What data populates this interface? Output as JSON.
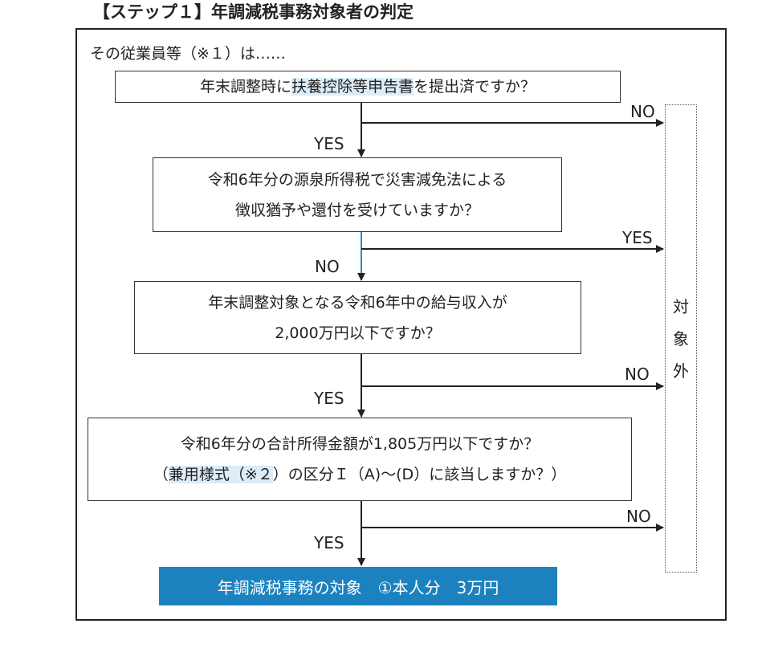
{
  "title": "【ステップ１】年調減税事務対象者の判定",
  "intro": "その従業員等（※１）は……",
  "q1": {
    "pre": "年末調整時に",
    "hl": "扶養控除等申告書",
    "post": "を提出済ですか？"
  },
  "q2": {
    "line1": "令和6年分の源泉所得税で災害減免法による",
    "line2": "徴収猶予や還付を受けていますか？"
  },
  "q3": {
    "line1": "年末調整対象となる令和6年中の給与収入が",
    "line2": "2,000万円以下ですか？"
  },
  "q4": {
    "line1": "令和6年分の合計所得金額が1,805万円以下ですか？",
    "line2_pre": "（",
    "line2_hl": "兼用様式（※２",
    "line2_post": "）の区分Ｉ（A)～(D）に該当しますか？）"
  },
  "side": {
    "c1": "対",
    "c2": "象",
    "c3": "外"
  },
  "labels": {
    "q1_out": "NO",
    "q1_down": "YES",
    "q2_out": "YES",
    "q2_down": "NO",
    "q3_out": "NO",
    "q3_down": "YES",
    "q4_out": "NO",
    "q4_down": "YES"
  },
  "result": "年調減税事務の対象　①本人分　3万円",
  "colors": {
    "accent": "#1b82bf",
    "highlight": "#dcecf8"
  }
}
